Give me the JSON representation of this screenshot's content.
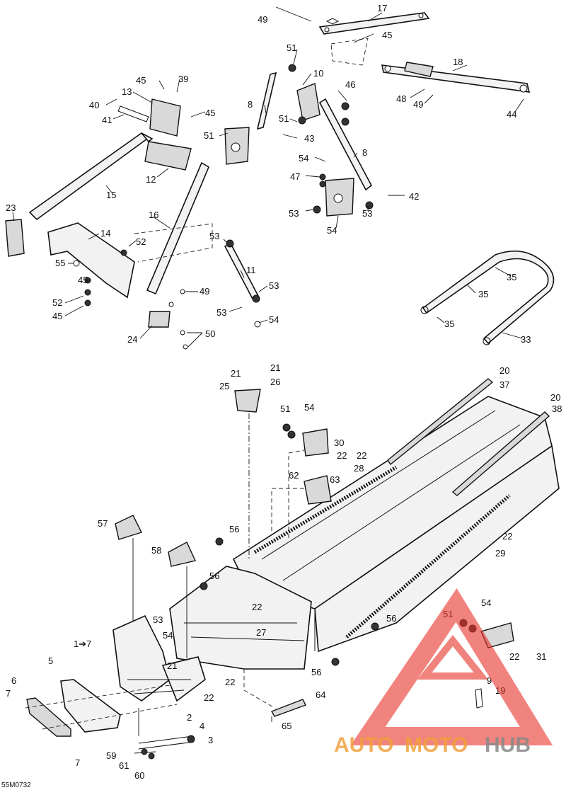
{
  "diagram": {
    "code": "55M0732",
    "callouts": [
      {
        "id": "c17",
        "text": "17"
      },
      {
        "id": "c49a",
        "text": "49"
      },
      {
        "id": "c45a",
        "text": "45"
      },
      {
        "id": "c18",
        "text": "18"
      },
      {
        "id": "c48",
        "text": "48"
      },
      {
        "id": "c49b",
        "text": "49"
      },
      {
        "id": "c44",
        "text": "44"
      },
      {
        "id": "c51a",
        "text": "51"
      },
      {
        "id": "c10",
        "text": "10"
      },
      {
        "id": "c46",
        "text": "46"
      },
      {
        "id": "c8a",
        "text": "8"
      },
      {
        "id": "c51b",
        "text": "51"
      },
      {
        "id": "c51c",
        "text": "51"
      },
      {
        "id": "c43",
        "text": "43"
      },
      {
        "id": "c54a",
        "text": "54"
      },
      {
        "id": "c8b",
        "text": "8"
      },
      {
        "id": "c47",
        "text": "47"
      },
      {
        "id": "c42",
        "text": "42"
      },
      {
        "id": "c53a",
        "text": "53"
      },
      {
        "id": "c53b",
        "text": "53"
      },
      {
        "id": "c54b",
        "text": "54"
      },
      {
        "id": "c45b",
        "text": "45"
      },
      {
        "id": "c39",
        "text": "39"
      },
      {
        "id": "c13",
        "text": "13"
      },
      {
        "id": "c40",
        "text": "40"
      },
      {
        "id": "c45c",
        "text": "45"
      },
      {
        "id": "c41",
        "text": "41"
      },
      {
        "id": "c12",
        "text": "12"
      },
      {
        "id": "c15",
        "text": "15"
      },
      {
        "id": "c23",
        "text": "23"
      },
      {
        "id": "c14",
        "text": "14"
      },
      {
        "id": "c16",
        "text": "16"
      },
      {
        "id": "c52a",
        "text": "52"
      },
      {
        "id": "c55",
        "text": "55"
      },
      {
        "id": "c45d",
        "text": "45"
      },
      {
        "id": "c52b",
        "text": "52"
      },
      {
        "id": "c45e",
        "text": "45"
      },
      {
        "id": "c49c",
        "text": "49"
      },
      {
        "id": "c24",
        "text": "24"
      },
      {
        "id": "c50",
        "text": "50"
      },
      {
        "id": "c53c",
        "text": "53"
      },
      {
        "id": "c11",
        "text": "11"
      },
      {
        "id": "c53d",
        "text": "53"
      },
      {
        "id": "c53e",
        "text": "53"
      },
      {
        "id": "c54c",
        "text": "54"
      },
      {
        "id": "c35a",
        "text": "35"
      },
      {
        "id": "c35b",
        "text": "35"
      },
      {
        "id": "c35c",
        "text": "35"
      },
      {
        "id": "c33",
        "text": "33"
      },
      {
        "id": "c21a",
        "text": "21"
      },
      {
        "id": "c21b",
        "text": "21"
      },
      {
        "id": "c26",
        "text": "26"
      },
      {
        "id": "c25",
        "text": "25"
      },
      {
        "id": "c20a",
        "text": "20"
      },
      {
        "id": "c37",
        "text": "37"
      },
      {
        "id": "c20b",
        "text": "20"
      },
      {
        "id": "c38",
        "text": "38"
      },
      {
        "id": "c51d",
        "text": "51"
      },
      {
        "id": "c54d",
        "text": "54"
      },
      {
        "id": "c30",
        "text": "30"
      },
      {
        "id": "c22a",
        "text": "22"
      },
      {
        "id": "c22b",
        "text": "22"
      },
      {
        "id": "c28",
        "text": "28"
      },
      {
        "id": "c62",
        "text": "62"
      },
      {
        "id": "c63",
        "text": "63"
      },
      {
        "id": "c22c",
        "text": "22"
      },
      {
        "id": "c29",
        "text": "29"
      },
      {
        "id": "c57",
        "text": "57"
      },
      {
        "id": "c56a",
        "text": "56"
      },
      {
        "id": "c58",
        "text": "58"
      },
      {
        "id": "c56b",
        "text": "56"
      },
      {
        "id": "c22d",
        "text": "22"
      },
      {
        "id": "c27",
        "text": "27"
      },
      {
        "id": "c53f",
        "text": "53"
      },
      {
        "id": "c54e",
        "text": "54"
      },
      {
        "id": "c17b",
        "text": "1➔7"
      },
      {
        "id": "c56c",
        "text": "56"
      },
      {
        "id": "c51e",
        "text": "51"
      },
      {
        "id": "c54f",
        "text": "54"
      },
      {
        "id": "c31",
        "text": "31"
      },
      {
        "id": "c22e",
        "text": "22"
      },
      {
        "id": "c9",
        "text": "9"
      },
      {
        "id": "c19",
        "text": "19"
      },
      {
        "id": "c56d",
        "text": "56"
      },
      {
        "id": "c5",
        "text": "5"
      },
      {
        "id": "c21c",
        "text": "21"
      },
      {
        "id": "c22f",
        "text": "22"
      },
      {
        "id": "c22g",
        "text": "22"
      },
      {
        "id": "c6",
        "text": "6"
      },
      {
        "id": "c7a",
        "text": "7"
      },
      {
        "id": "c64",
        "text": "64"
      },
      {
        "id": "c65",
        "text": "65"
      },
      {
        "id": "c2",
        "text": "2"
      },
      {
        "id": "c4",
        "text": "4"
      },
      {
        "id": "c3",
        "text": "3"
      },
      {
        "id": "c59",
        "text": "59"
      },
      {
        "id": "c61",
        "text": "61"
      },
      {
        "id": "c60",
        "text": "60"
      },
      {
        "id": "c7b",
        "text": "7"
      }
    ]
  },
  "watermark": {
    "part1": "AUTO",
    "part2": "MOTO",
    "part3": "HUB",
    "color_light": "#f2a03d",
    "color_dark": "#888888",
    "triangle_color": "#e8322a"
  }
}
